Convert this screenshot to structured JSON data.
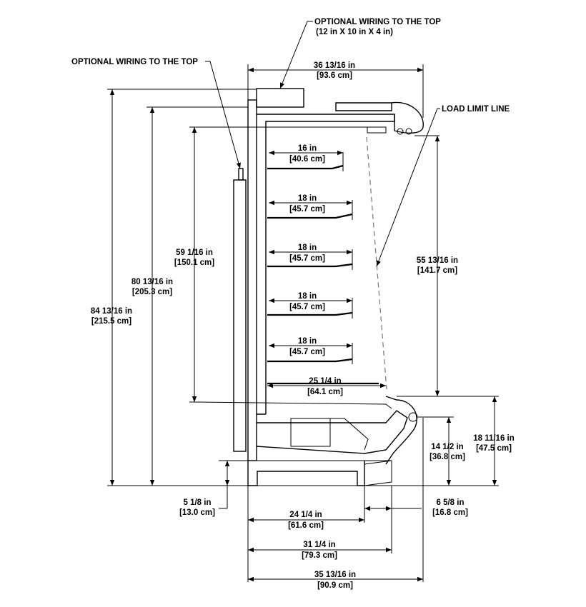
{
  "notes": {
    "wiring_top_1": "OPTIONAL WIRING TO THE TOP",
    "wiring_top_2_line1": "OPTIONAL WIRING TO THE TOP",
    "wiring_top_2_line2": "(12 in X 10 in X 4 in)",
    "load_limit": "LOAD LIMIT LINE"
  },
  "dims": {
    "top_width": {
      "in": "36 13/16 in",
      "cm": "[93.6 cm]"
    },
    "overall_height": {
      "in": "84 13/16 in",
      "cm": "[215.5 cm]"
    },
    "canopy_height": {
      "in": "80 13/16 in",
      "cm": "[205.3 cm]"
    },
    "interior_height": {
      "in": "59 1/16 in",
      "cm": "[150.1 cm]"
    },
    "opening_height": {
      "in": "55 13/16 in",
      "cm": "[141.7 cm]"
    },
    "shelves": [
      {
        "in": "16 in",
        "cm": "[40.6 cm]"
      },
      {
        "in": "18 in",
        "cm": "[45.7 cm]"
      },
      {
        "in": "18 in",
        "cm": "[45.7 cm]"
      },
      {
        "in": "18 in",
        "cm": "[45.7 cm]"
      },
      {
        "in": "18 in",
        "cm": "[45.7 cm]"
      }
    ],
    "deck_depth": {
      "in": "25 1/4 in",
      "cm": "[64.1 cm]"
    },
    "front_height": {
      "in": "14 1/2 in",
      "cm": "[36.8 cm]"
    },
    "front_rail_height": {
      "in": "18 11/16 in",
      "cm": "[47.5 cm]"
    },
    "base_height": {
      "in": "5 1/8 in",
      "cm": "[13.0 cm]"
    },
    "front_offset": {
      "in": "6 5/8 in",
      "cm": "[16.8 cm]"
    },
    "base_depth": {
      "in": "24 1/4 in",
      "cm": "[61.6 cm]"
    },
    "body_depth": {
      "in": "31 1/4 in",
      "cm": "[79.3 cm]"
    },
    "overall_depth": {
      "in": "35 13/16 in",
      "cm": "[90.9 cm]"
    }
  }
}
